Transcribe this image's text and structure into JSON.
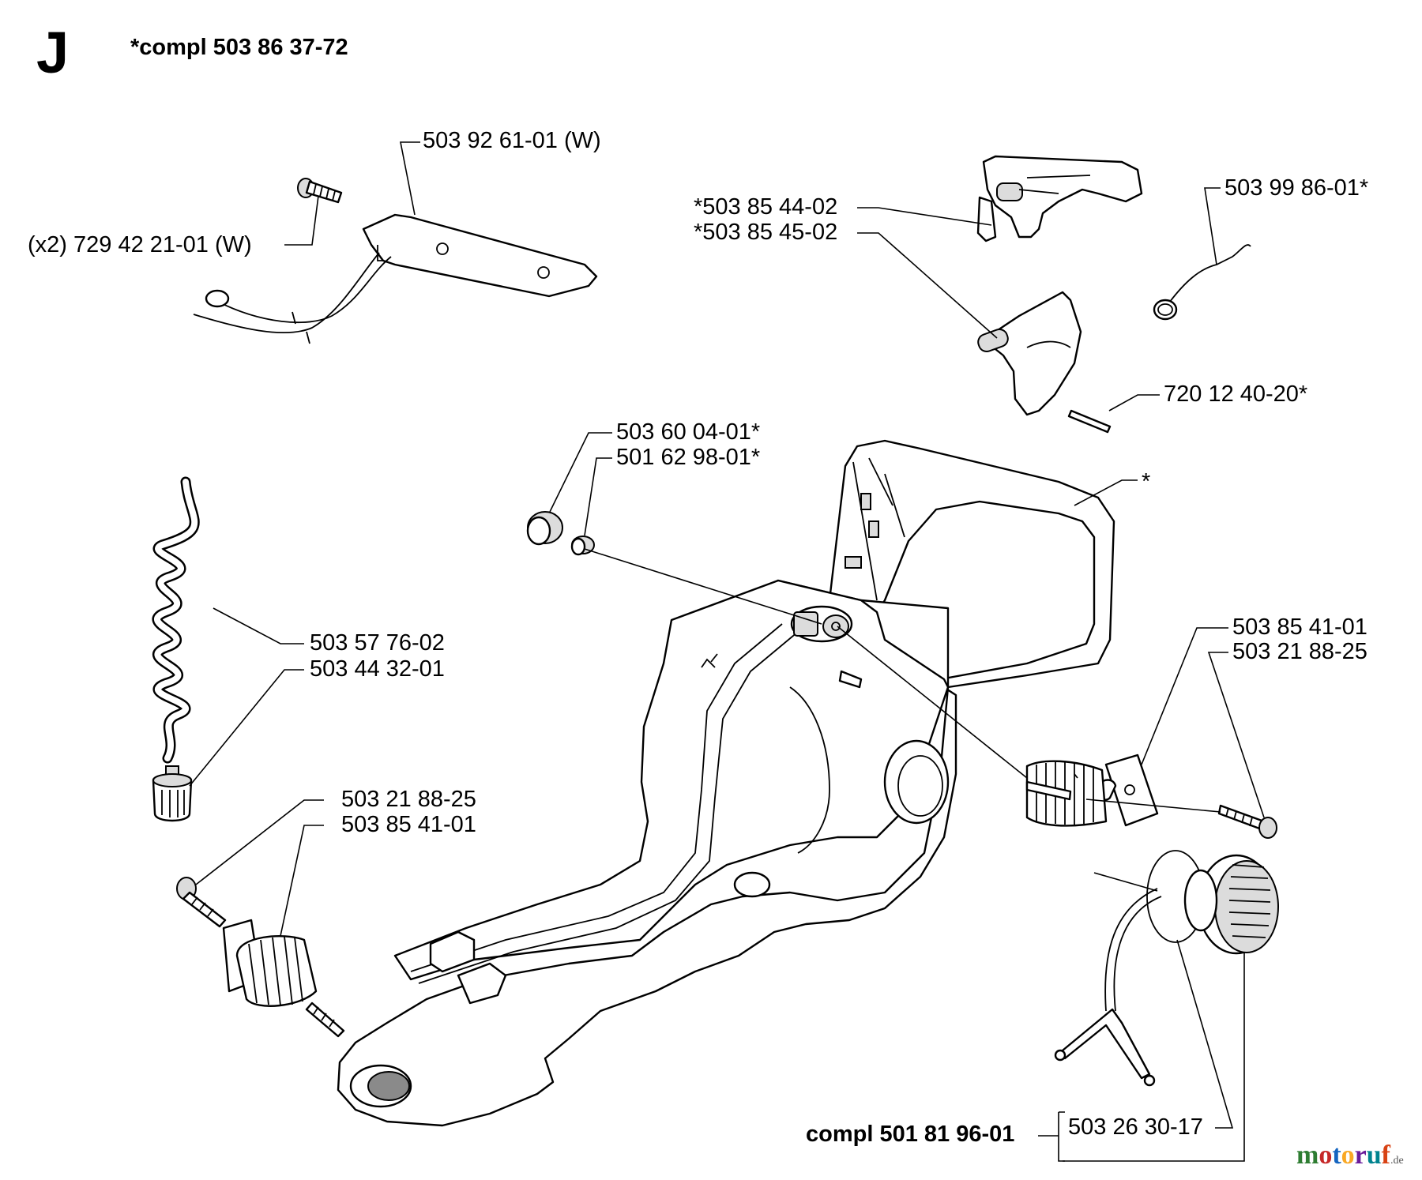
{
  "header": {
    "section_letter": "J",
    "assembly_label": "*compl 503 86 37-72"
  },
  "callouts": [
    {
      "id": "handle-bracket",
      "text": "503 92 61-01 (W)"
    },
    {
      "id": "bracket-screw",
      "text": "(x2) 729 42 21-01 (W)"
    },
    {
      "id": "throttle-lockout-1",
      "text": "*503 85 44-02"
    },
    {
      "id": "throttle-lockout-2",
      "text": "*503 85 45-02"
    },
    {
      "id": "trigger-spring",
      "text": "503 99 86-01*"
    },
    {
      "id": "trigger-pin",
      "text": "720 12 40-20*"
    },
    {
      "id": "rubber-bushing",
      "text": "503 60 04-01*"
    },
    {
      "id": "small-bushing",
      "text": "501 62 98-01*"
    },
    {
      "id": "handle-housing",
      "text": "*"
    },
    {
      "id": "fuel-hose",
      "text": "503 57 76-02"
    },
    {
      "id": "fuel-filter",
      "text": "503 44 32-01"
    },
    {
      "id": "right-av-spring",
      "text": "503 85 41-01"
    },
    {
      "id": "right-av-screw",
      "text": "503 21 88-25"
    },
    {
      "id": "left-av-screw",
      "text": "503 21 88-25"
    },
    {
      "id": "left-av-spring",
      "text": "503 85 41-01"
    },
    {
      "id": "fuel-cap-assembly",
      "text": "compl 501 81 96-01"
    },
    {
      "id": "fuel-cap-oring",
      "text": "503 26 30-17"
    }
  ],
  "watermark": {
    "text": "motoruf",
    "suffix": ".de"
  }
}
